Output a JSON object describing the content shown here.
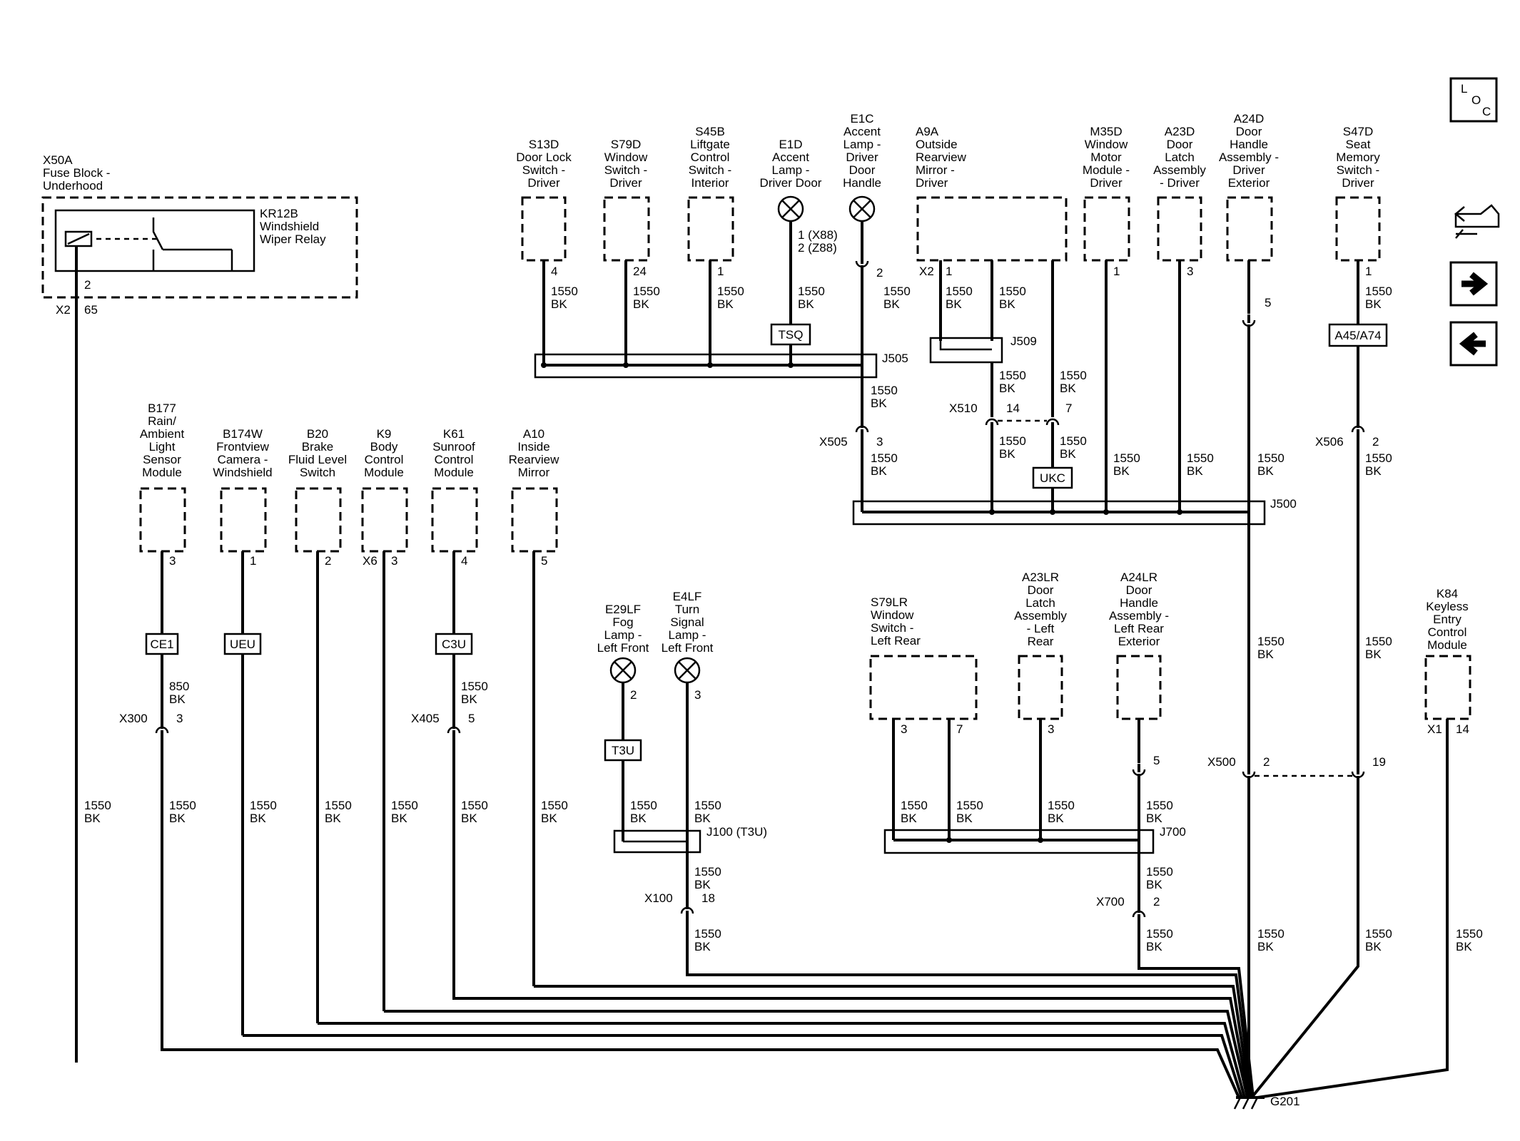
{
  "fuse_block": {
    "id": "X50A",
    "name": "Fuse Block -\nUnderhood",
    "relay_id": "KR12B",
    "relay_name": "Windshield\nWiper Relay",
    "pin": "2",
    "conn": "X2",
    "conn_pin": "65"
  },
  "top_components": [
    {
      "key": "s13d",
      "label": "S13D\nDoor Lock\nSwitch -\nDriver",
      "pin": "4",
      "wire": "1550\nBK"
    },
    {
      "key": "s79d",
      "label": "S79D\nWindow\nSwitch -\nDriver",
      "pin": "24",
      "wire": "1550\nBK"
    },
    {
      "key": "s45b",
      "label": "S45B\nLiftgate\nControl\nSwitch -\nInterior",
      "pin": "1",
      "wire": "1550\nBK"
    },
    {
      "key": "e1d",
      "label": "E1D\nAccent\nLamp -\nDriver Door",
      "pin": "1 (X88)\n2 (Z88)",
      "wire": "1550\nBK",
      "splice": "TSQ"
    },
    {
      "key": "e1c",
      "label": "E1C\nAccent\nLamp -\nDriver\nDoor\nHandle",
      "pin": "2",
      "wire": "1550\nBK"
    },
    {
      "key": "a9a",
      "label": "A9A\nOutside\nRearview\nMirror -\nDriver",
      "conn": "X2",
      "pin": "1",
      "wire": "1550\nBK",
      "wire2": "1550\nBK"
    },
    {
      "key": "m35d",
      "label": "M35D\nWindow\nMotor\nModule -\nDriver",
      "pin": "1",
      "wire": "1550\nBK"
    },
    {
      "key": "a23d",
      "label": "A23D\nDoor\nLatch\nAssembly\n- Driver",
      "pin": "3",
      "wire": "1550\nBK"
    },
    {
      "key": "a24d",
      "label": "A24D\nDoor\nHandle\nAssembly -\nDriver\nExterior",
      "pin": "5",
      "wire": "1550\nBK"
    },
    {
      "key": "s47d",
      "label": "S47D\nSeat\nMemory\nSwitch -\nDriver",
      "pin": "1",
      "wire": "1550\nBK",
      "splice": "A45/A74"
    }
  ],
  "splices": {
    "j505": "J505",
    "j509": "J509",
    "j500": "J500",
    "j100": "J100  (T3U)",
    "j700": "J700",
    "ukc": "UKC",
    "t3u": "T3U",
    "ce1": "CE1",
    "ueu": "UEU",
    "c3u": "C3U"
  },
  "connectors": {
    "x505": {
      "id": "X505",
      "pin": "3"
    },
    "x510": {
      "id": "X510",
      "pin_a": "14",
      "pin_b": "7"
    },
    "x506": {
      "id": "X506",
      "pin": "2"
    },
    "x300": {
      "id": "X300",
      "pin": "3"
    },
    "x405": {
      "id": "X405",
      "pin": "5"
    },
    "x500": {
      "id": "X500",
      "pin_a": "2",
      "pin_b": "19"
    },
    "x100": {
      "id": "X100",
      "pin": "18"
    },
    "x700": {
      "id": "X700",
      "pin": "2"
    },
    "x1": {
      "id": "X1",
      "pin": "14"
    }
  },
  "mid_components": [
    {
      "key": "b177",
      "label": "B177\nRain/\nAmbient\nLight\nSensor\nModule",
      "pin": "3"
    },
    {
      "key": "b174w",
      "label": "B174W\nFrontview\nCamera -\nWindshield",
      "pin": "1"
    },
    {
      "key": "b20",
      "label": "B20\nBrake\nFluid Level\nSwitch",
      "pin": "2"
    },
    {
      "key": "k9",
      "label": "K9\nBody\nControl\nModule",
      "conn": "X6",
      "pin": "3"
    },
    {
      "key": "k61",
      "label": "K61\nSunroof\nControl\nModule",
      "pin": "4"
    },
    {
      "key": "a10",
      "label": "A10\nInside\nRearview\nMirror",
      "pin": "5"
    }
  ],
  "lower_components": [
    {
      "key": "e29lf",
      "label": "E29LF\nFog\nLamp -\nLeft Front",
      "pin": "2"
    },
    {
      "key": "e4lf",
      "label": "E4LF\nTurn\nSignal\nLamp -\nLeft Front",
      "pin": "3"
    },
    {
      "key": "s79lr",
      "label": "S79LR\nWindow\nSwitch -\nLeft Rear",
      "pin": "3",
      "pin2": "7"
    },
    {
      "key": "a23lr",
      "label": "A23LR\nDoor\nLatch\nAssembly\n- Left\nRear",
      "pin": "3"
    },
    {
      "key": "a24lr",
      "label": "A24LR\nDoor\nHandle\nAssembly -\nLeft Rear\nExterior",
      "pin": "5"
    },
    {
      "key": "k84",
      "label": "K84\nKeyless\nEntry\nControl\nModule",
      "conn": "X1",
      "pin": "14"
    }
  ],
  "wire_labels": {
    "w1550": "1550\nBK",
    "w850": "850\nBK"
  },
  "ground": "G201",
  "nav": {
    "loc_l": "L",
    "loc_o": "O",
    "loc_c": "C",
    "loc_icon": "location-icon",
    "service_icon": "car-service-icon",
    "next_icon": "arrow-right-icon",
    "prev_icon": "arrow-left-icon"
  }
}
